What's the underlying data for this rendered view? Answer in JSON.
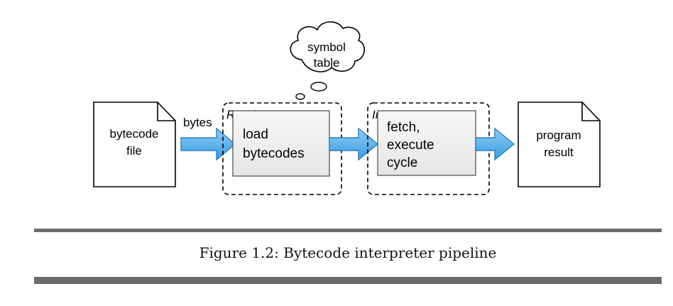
{
  "diagram": {
    "nodes": {
      "bytecode_file": [
        "bytecode",
        "file"
      ],
      "symbol_table": [
        "symbol",
        "table"
      ],
      "reader_label": "Reader",
      "load_bytecodes": [
        "load",
        "bytecodes"
      ],
      "interpreter_label": "Interpreter",
      "fetch_execute": [
        "fetch,",
        "execute",
        "cycle"
      ],
      "program_result": [
        "program",
        "result"
      ]
    },
    "edges": {
      "bytes_label": "bytes"
    },
    "colors": {
      "arrow_fill": "#5bb3ec",
      "arrow_stroke": "#2c7fc0",
      "box_fill": "#efefef"
    }
  },
  "caption": "Figure 1.2: Bytecode interpreter pipeline"
}
